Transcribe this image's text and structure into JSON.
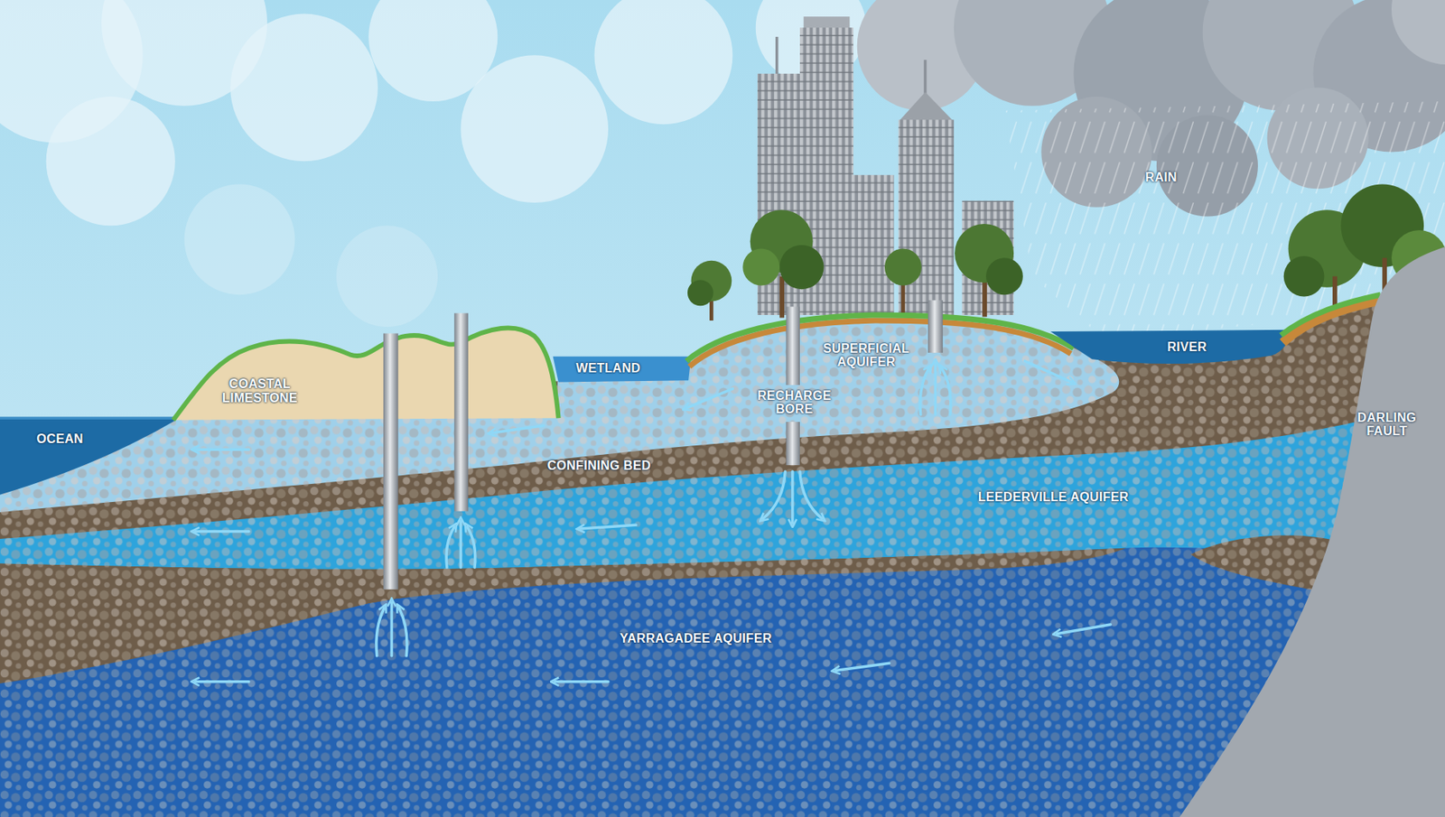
{
  "diagram": {
    "labels": [
      "RAIN",
      "SUPERFICIAL AQUIFER",
      "RIVER",
      "COASTAL LIMESTONE",
      "WETLAND",
      "RECHARGE BORE",
      "OCEAN",
      "DARLING FAULT",
      "CONFINING BED",
      "LEEDERVILLE AQUIFER",
      "YARRAGADEE AQUIFER"
    ]
  }
}
